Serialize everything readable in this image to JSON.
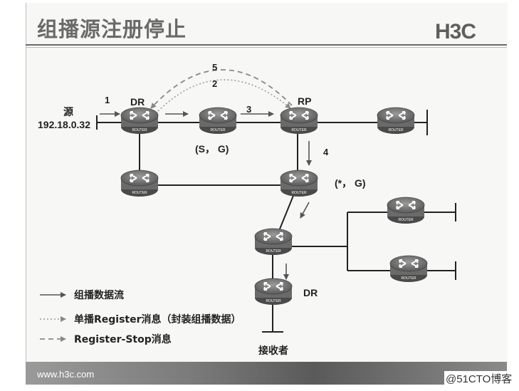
{
  "title": "组播源注册停止",
  "logo": "H3C",
  "footer_url": "www.h3c.com",
  "watermark": "@51CTO博客",
  "router_caption": "ROUTER",
  "labels": {
    "source": "源",
    "source_ip": "192.18.0.32",
    "dr_top": "DR",
    "rp": "RP",
    "sg": "(S， G)",
    "star_g": "(*， G)",
    "dr_bottom": "DR",
    "receiver": "接收者",
    "step1": "1",
    "step2": "2",
    "step3": "3",
    "step4": "4",
    "step5": "5"
  },
  "legend": [
    {
      "style": "solid",
      "label": "组播数据流"
    },
    {
      "style": "dotted",
      "label": "单播Register消息（封装组播数据）"
    },
    {
      "style": "dashed",
      "label": "Register-Stop消息"
    }
  ]
}
